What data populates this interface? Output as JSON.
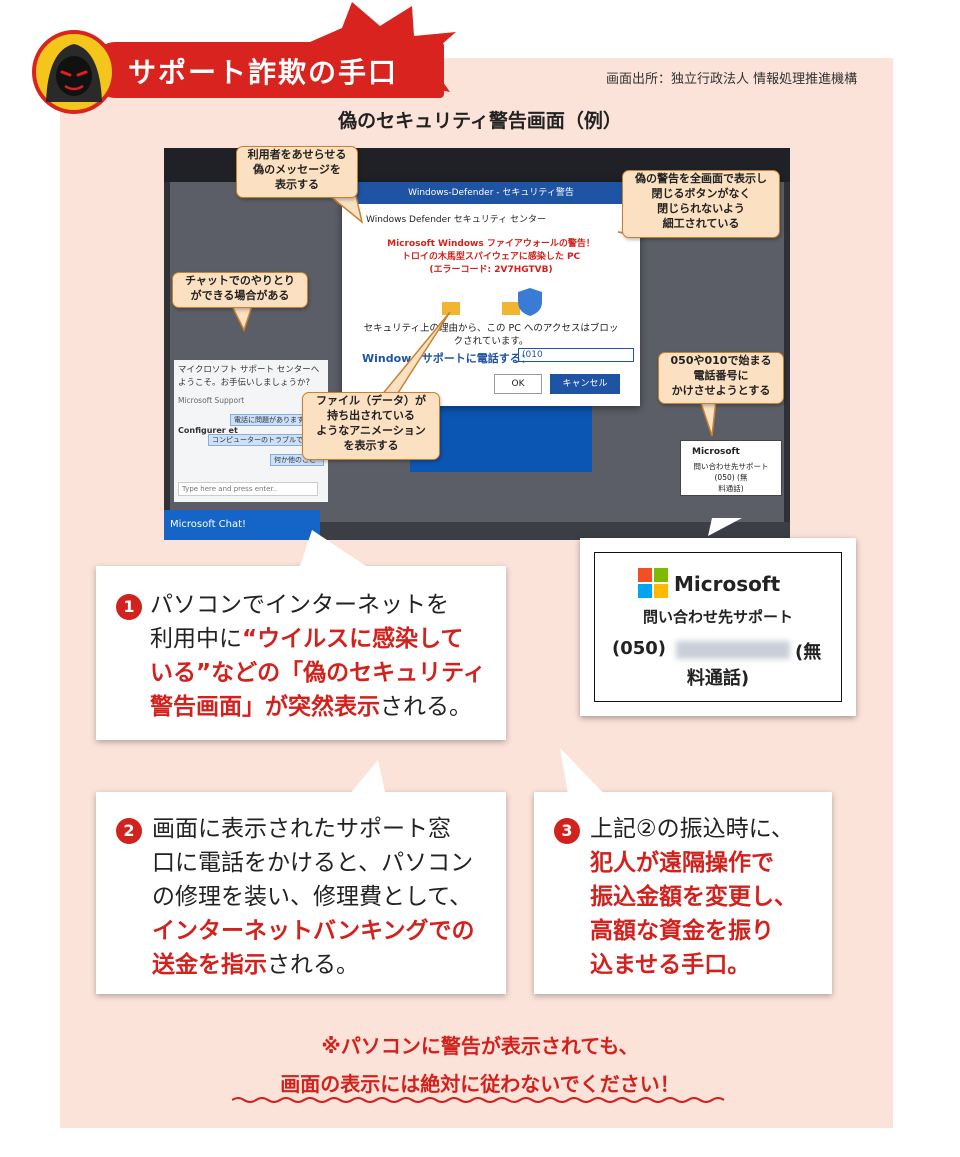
{
  "header": {
    "title": "サポート詐欺の手口",
    "source": "画面出所：独立行政法人 情報処理推進機構",
    "figure_title": "偽のセキュリティ警告画面（例）"
  },
  "screenshot": {
    "dialog_header": "Windows-Defender - セキュリティ警告",
    "dialog_subtitle": "Windows Defender セキュリティ センター",
    "warning_line1": "Microsoft Windows ファイアウォールの警告！",
    "warning_line2": "トロイの木馬型スパイウェアに感染した PC",
    "warning_line3": "(エラーコード: 2V7HGTVB)",
    "body_line1": "セキュリティ上の理由から、この PC へのアクセスはブロッ",
    "body_line2": "クされています。",
    "call_label": "Windows サポートに電話する：",
    "phone_prefix": "(010",
    "ok_label": "OK",
    "cancel_label": "キャンセル",
    "chat_message": "マイクロソフト サポート センターへようこそ。お手伝いしましょうか?",
    "chat_sender": "Microsoft Support",
    "chat_chip1": "電話に問題がありますか",
    "chat_chip2": "コンピューターのトラブルですか",
    "chat_chip3": "何か他のこと",
    "chat_config": "Configurer et",
    "chat_input_placeholder": "Type here and press enter..",
    "chat_tab": "Microsoft Chat!",
    "mini_card_brand": "Microsoft",
    "mini_card_line1": "問い合わせ先サポート",
    "mini_card_line2": "(050)       (無",
    "mini_card_line3": "料通話)"
  },
  "callouts": {
    "hurry": [
      "利用者をあせらせる",
      "偽のメッセージを",
      "表示する"
    ],
    "fullscreen": [
      "偽の警告を全画面で表示し",
      "閉じるボタンがなく",
      "閉じられないよう",
      "細工されている"
    ],
    "chat": [
      "チャットでのやりとり",
      "ができる場合がある"
    ],
    "phone": [
      "050や010で始まる",
      "電話番号に",
      "かけさせようとする"
    ],
    "file": [
      "ファイル（データ）が",
      "持ち出されている",
      "ようなアニメーション",
      "を表示する"
    ]
  },
  "card": {
    "brand": "Microsoft",
    "line1": "問い合わせ先サポート",
    "phone_prefix": "(050)",
    "free_a": "(無",
    "free_b": "料通話)"
  },
  "steps": {
    "s1": {
      "num": "1",
      "a": "パソコンでインターネットを",
      "b": "利用中に",
      "c": "“ウイルスに感染して",
      "d": "いる”などの「偽のセキュリティ",
      "e": "警告画面」が突然表示",
      "f": "される。"
    },
    "s2": {
      "num": "2",
      "a": "画面に表示されたサポート窓",
      "b": "口に電話をかけると、パソコン",
      "c": "の修理を装い、修理費として、",
      "d": "インターネットバンキングでの",
      "e": "送金を指示",
      "f": "される。"
    },
    "s3": {
      "num": "3",
      "a": "上記②の振込時に、",
      "b": "犯人が遠隔操作で",
      "c": "振込金額を変更し、",
      "d": "高額な資金を振り",
      "e": "込ませる手口。"
    }
  },
  "footer": {
    "line1": "※パソコンに警告が表示されても、",
    "line2": "画面の表示には絶対に従わないでください！"
  },
  "colors": {
    "accent_red": "#d2221d",
    "panel_bg": "#fbe3da",
    "callout_bg": "#fbe0c2",
    "dialog_blue": "#1f53a3"
  }
}
